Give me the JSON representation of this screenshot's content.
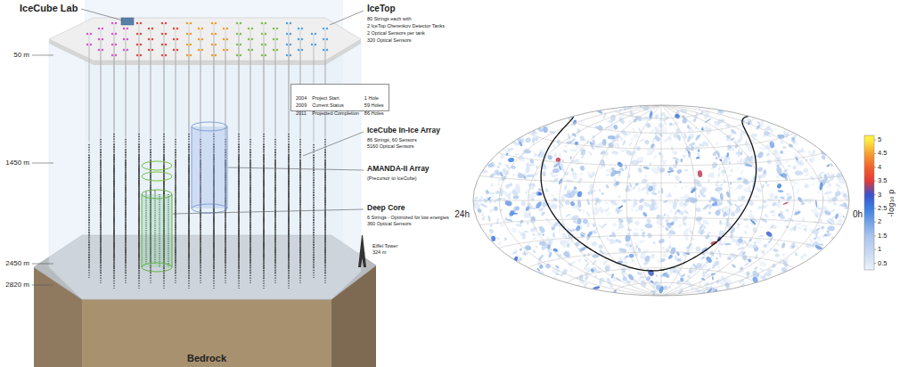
{
  "diagram": {
    "nodes": [
      {
        "text": [
          "2004",
          "Project Start",
          "1 Hole",
          "2009",
          "Current Status",
          "59 Holes",
          "2011",
          "Projected Completion",
          "86 Holes"
        ]
      }
    ],
    "edges": [],
    "labels": [
      "IceCube Lab",
      "IceTop",
      "80 Strings each with",
      "2 IceTop Cherenkov Detector Tanks",
      "2 Optical Sensors per tank",
      "320 Optical Sensors",
      "50 m",
      "IceCube In-Ice Array",
      "86 Strings, 60 Sensors",
      "5160 Optical Sensors",
      "1450 m",
      "AMANDA-II Array",
      "(Precursor to IceCube)",
      "Deep Core",
      "6 Strings - Optimized for low energies",
      "360 Optical Sensors",
      "Eiffel Tower",
      "324 m",
      "2450 m",
      "2820 m",
      "Bedrock",
      "24h",
      "0h",
      "5",
      "4.5",
      "4",
      "3.5",
      "3",
      "2.5",
      "2",
      "1.5",
      "1",
      "0.5",
      "-log₁₀ p"
    ]
  }
}
